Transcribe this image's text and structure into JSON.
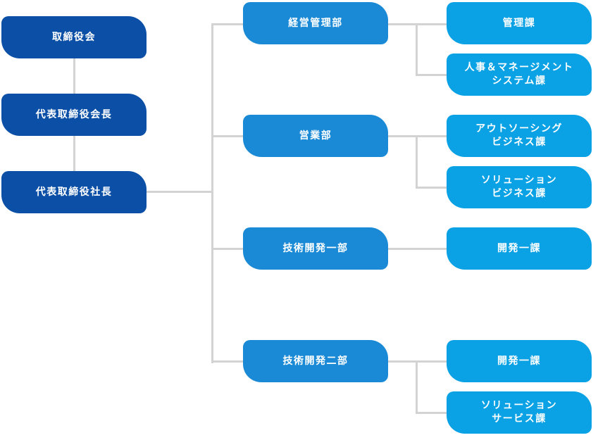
{
  "colors": {
    "executive": "#0b4fa6",
    "department": "#1a8ad6",
    "section": "#0aa2e5",
    "connector": "#d3d3d3"
  },
  "executives": [
    "取締役会",
    "代表取締役会長",
    "代表取締役社長"
  ],
  "departments": [
    {
      "name": "経営管理部",
      "sections": [
        "管理課",
        "人事＆マネージメント\nシステム課"
      ]
    },
    {
      "name": "営業部",
      "sections": [
        "アウトソーシング\nビジネス課",
        "ソリューション\nビジネス課"
      ]
    },
    {
      "name": "技術開発一部",
      "sections": [
        "開発一課"
      ]
    },
    {
      "name": "技術開発二部",
      "sections": [
        "開発一課",
        "ソリューション\nサービス課"
      ]
    }
  ]
}
